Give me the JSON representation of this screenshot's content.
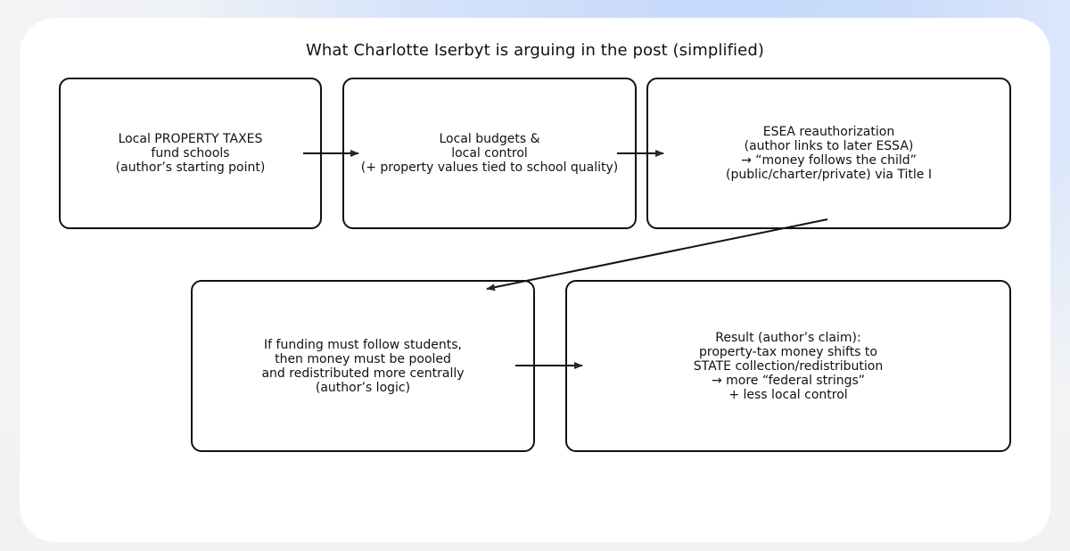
{
  "title": "What Charlotte Iserbyt is arguing in the post (simplified)",
  "steps": [
    {
      "id": "property-taxes",
      "text": "Local PROPERTY TAXES\nfund schools\n(author’s starting point)"
    },
    {
      "id": "local-budgets",
      "text": "Local budgets &\nlocal control\n(+ property values tied to school quality)"
    },
    {
      "id": "esea",
      "text": "ESEA reauthorization\n(author links to later ESSA)\n→ “money follows the child”\n(public/charter/private) via Title I"
    },
    {
      "id": "funding-follows",
      "text": "If funding must follow students,\nthen money must be pooled\nand redistributed more centrally\n(author’s logic)"
    },
    {
      "id": "result",
      "text": "Result (author’s claim):\nproperty-tax money shifts to\nSTATE collection/redistribution\n→ more “federal strings”\n+ less local control"
    }
  ],
  "colors": {
    "stroke": "#111111",
    "arrow_head": "#1e293b"
  }
}
